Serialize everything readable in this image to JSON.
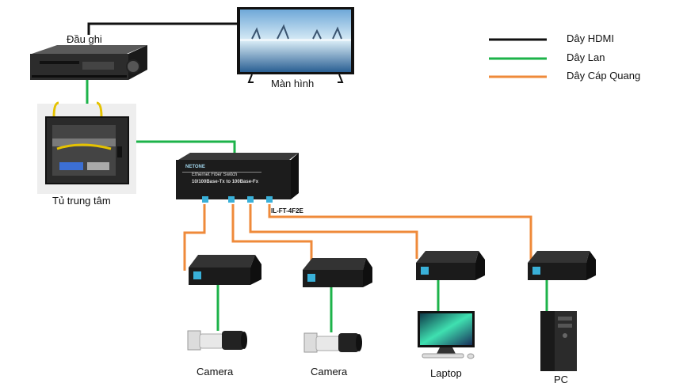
{
  "labels": {
    "recorder": "Đầu ghi",
    "monitor": "Màn hình",
    "cabinet": "Tủ trung tâm",
    "camera1": "Camera",
    "camera2": "Camera",
    "laptop": "Laptop",
    "pc": "PC"
  },
  "switch": {
    "title": "Ethernet Fiber Switch",
    "spec": "10/100Base-Tx to 100Base-Fx",
    "model": "IL-FT-4F2E",
    "brand": "NETONE"
  },
  "legend": [
    {
      "label": "Dây HDMI",
      "color": "#111111"
    },
    {
      "label": "Dây Lan",
      "color": "#1db34a"
    },
    {
      "label": "Dây Cáp Quang",
      "color": "#ef8a3a"
    }
  ],
  "colors": {
    "hdmi": "#111111",
    "lan": "#1db34a",
    "fiber": "#ef8a3a"
  }
}
